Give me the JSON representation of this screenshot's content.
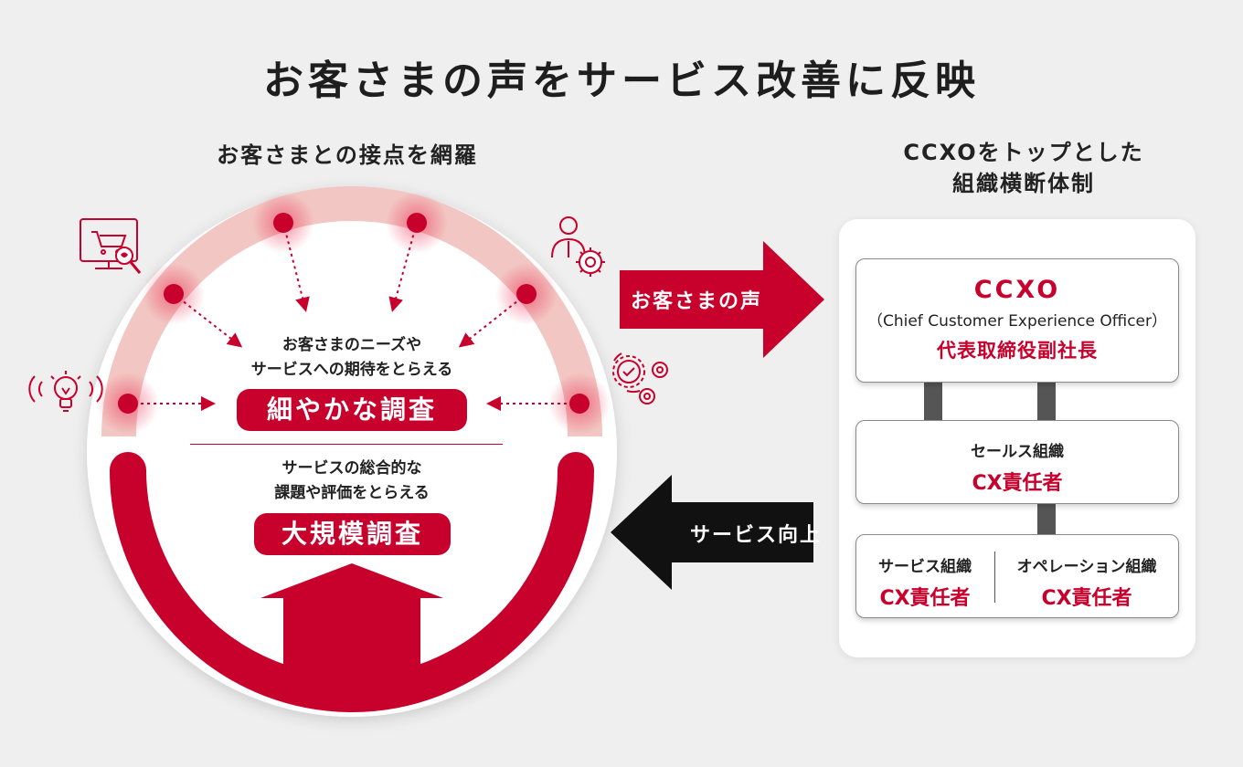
{
  "title": "お客さまの声をサービス改善に反映",
  "left_heading": "お客さまとの接点を網羅",
  "right_heading": [
    "CCXOをトップとした",
    "組織横断体制"
  ],
  "circle": {
    "upper_text": [
      "お客さまのニーズや",
      "サービスへの期待をとらえる"
    ],
    "upper_pill": "細やかな調査",
    "lower_text": [
      "サービスの総合的な",
      "課題や評価をとらえる"
    ],
    "lower_pill": "大規模調査"
  },
  "arrows": {
    "voice": "お客さまの声",
    "improve": "サービス向上"
  },
  "org": {
    "top": {
      "title": "CCXO",
      "subtitle": "（Chief Customer Experience Officer）",
      "role": "代表取締役副社長"
    },
    "middle": {
      "dept": "セールス組織",
      "role": "CX責任者"
    },
    "bottom_left": {
      "dept": "サービス組織",
      "role": "CX責任者"
    },
    "bottom_right": {
      "dept": "オペレーション組織",
      "role": "CX責任者"
    }
  },
  "colors": {
    "accent": "#c8002c",
    "arc_light": "#f2c6c2",
    "arrow_dark": "#111111",
    "background": "#efefef"
  },
  "icons": [
    "shopping-cart-monitor-icon",
    "lightbulb-icon",
    "support-person-gear-icon",
    "gears-check-icon"
  ]
}
